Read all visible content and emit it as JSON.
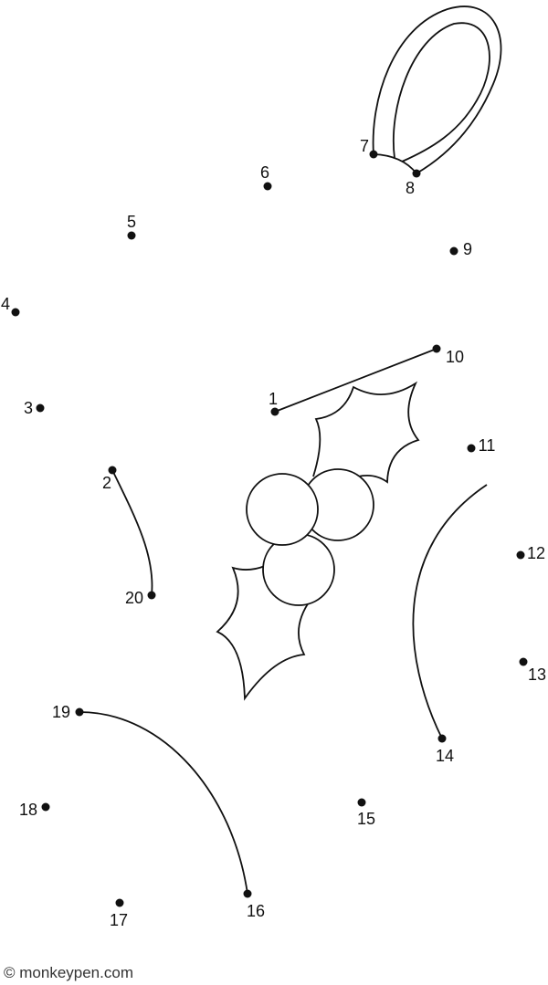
{
  "puzzle": {
    "dot_labels": [
      "1",
      "2",
      "3",
      "4",
      "5",
      "6",
      "7",
      "8",
      "9",
      "10",
      "11",
      "12",
      "13",
      "14",
      "15",
      "16",
      "17",
      "18",
      "19",
      "20"
    ],
    "ink_color": "#111111"
  },
  "footer": {
    "copyright": "© monkeypen.com"
  }
}
